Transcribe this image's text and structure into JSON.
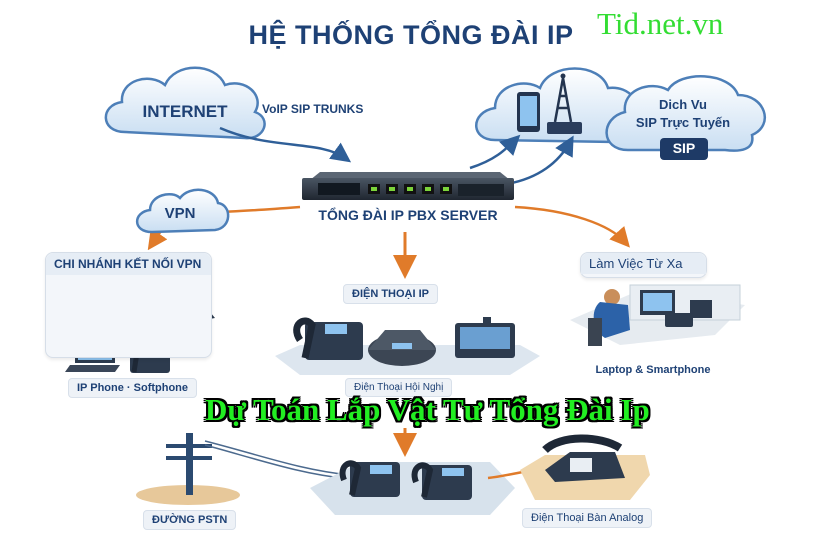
{
  "title": "HỆ THỐNG TỔNG ĐÀI IP",
  "brand": "Tid.net.vn",
  "overlay_caption": "Dự Toán Lắp Vật Tư Tổng Đài Ip",
  "colors": {
    "title_blue": "#1e4175",
    "arrow_orange": "#e07b2a",
    "arrow_blue": "#3a6ea8",
    "brand_green": "#33dd33",
    "cloud_fill": "#dcebf8"
  },
  "nodes": {
    "internet": {
      "label": "INTERNET"
    },
    "sip_trunks": {
      "label": "VoIP SIP TRUNKS"
    },
    "mobile_cloud": {
      "icons": [
        "smartphone-icon",
        "cell-tower-icon",
        "router-icon"
      ]
    },
    "sip_service": {
      "line1": "Dich Vu",
      "line2": "SIP Trực Tuyến",
      "badge": "SIP"
    },
    "pbx_server": {
      "label": "TỔNG ĐÀI IP PBX SERVER"
    },
    "vpn": {
      "label": "VPN"
    },
    "branch": {
      "header": "CHI NHÁNH KẾT NỐI VPN",
      "footer": "IP Phone · Softphone"
    },
    "ip_phones": {
      "header": "ĐIỆN THOẠI IP",
      "footer": "Điện Thoại Hội Nghị"
    },
    "remote_work": {
      "header": "Làm Việc Từ Xa",
      "footer": "Laptop & Smartphone"
    },
    "pstn": {
      "label": "ĐƯỜNG PSTN"
    },
    "analog": {
      "label": "Điện Thoại Bàn Analog"
    }
  }
}
